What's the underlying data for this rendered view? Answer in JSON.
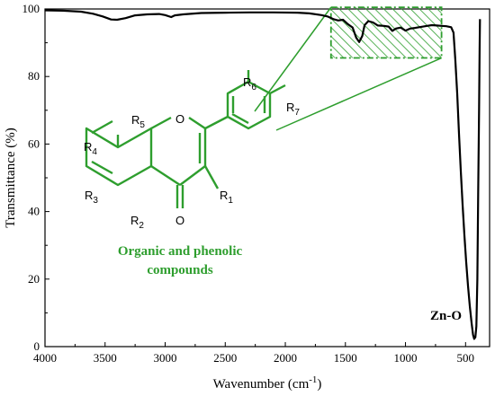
{
  "chart_data": {
    "type": "line",
    "xlabel_main": "Wavenumber (cm",
    "xlabel_sup": "-1",
    "xlabel_close": ")",
    "ylabel": "Transmittance (%)",
    "xlim": [
      4000,
      300
    ],
    "ylim": [
      0,
      100
    ],
    "x_reversed": true,
    "x_ticks": [
      4000,
      3500,
      3000,
      2500,
      2000,
      1500,
      1000,
      500
    ],
    "x_tick_labels": [
      "4000",
      "3500",
      "3000",
      "2500",
      "2000",
      "1500",
      "1000",
      "500"
    ],
    "y_ticks": [
      0,
      20,
      40,
      60,
      80,
      100
    ],
    "y_tick_labels": [
      "0",
      "20",
      "40",
      "60",
      "80",
      "100"
    ],
    "grid": false,
    "series": [
      {
        "color": "#000000",
        "points": [
          [
            4000,
            99.6
          ],
          [
            3850,
            99.5
          ],
          [
            3700,
            99.2
          ],
          [
            3600,
            98.6
          ],
          [
            3520,
            97.8
          ],
          [
            3450,
            96.9
          ],
          [
            3400,
            96.8
          ],
          [
            3330,
            97.3
          ],
          [
            3250,
            98.1
          ],
          [
            3150,
            98.4
          ],
          [
            3050,
            98.5
          ],
          [
            3000,
            98.2
          ],
          [
            2950,
            97.6
          ],
          [
            2920,
            98.1
          ],
          [
            2850,
            98.4
          ],
          [
            2700,
            98.8
          ],
          [
            2500,
            98.9
          ],
          [
            2300,
            99.0
          ],
          [
            2100,
            99.0
          ],
          [
            1900,
            98.9
          ],
          [
            1800,
            98.7
          ],
          [
            1700,
            98.2
          ],
          [
            1650,
            97.8
          ],
          [
            1600,
            97.0
          ],
          [
            1560,
            96.6
          ],
          [
            1520,
            96.8
          ],
          [
            1480,
            95.5
          ],
          [
            1440,
            94.5
          ],
          [
            1410,
            91.5
          ],
          [
            1385,
            90.2
          ],
          [
            1360,
            92.0
          ],
          [
            1340,
            95.2
          ],
          [
            1310,
            96.4
          ],
          [
            1270,
            96.0
          ],
          [
            1230,
            95.1
          ],
          [
            1180,
            95.0
          ],
          [
            1140,
            94.8
          ],
          [
            1110,
            93.5
          ],
          [
            1080,
            94.2
          ],
          [
            1040,
            94.5
          ],
          [
            1000,
            93.6
          ],
          [
            960,
            94.2
          ],
          [
            920,
            94.4
          ],
          [
            870,
            94.7
          ],
          [
            820,
            95.0
          ],
          [
            780,
            95.2
          ],
          [
            740,
            95.1
          ],
          [
            700,
            95.0
          ],
          [
            660,
            94.9
          ],
          [
            620,
            94.6
          ],
          [
            600,
            93.0
          ],
          [
            585,
            85.0
          ],
          [
            570,
            75.0
          ],
          [
            555,
            63.0
          ],
          [
            540,
            52.0
          ],
          [
            525,
            42.0
          ],
          [
            510,
            33.0
          ],
          [
            495,
            25.0
          ],
          [
            480,
            18.0
          ],
          [
            465,
            12.0
          ],
          [
            450,
            7.0
          ],
          [
            438,
            3.5
          ],
          [
            428,
            2.3
          ],
          [
            418,
            2.8
          ],
          [
            410,
            6.0
          ],
          [
            402,
            20.0
          ],
          [
            395,
            45.0
          ],
          [
            388,
            70.0
          ],
          [
            383,
            88.0
          ],
          [
            380,
            97.0
          ]
        ]
      }
    ],
    "highlight_region": {
      "x": [
        1620,
        700
      ],
      "y": [
        85.5,
        100.5
      ],
      "color": "#2e9e2e"
    },
    "annotations": {
      "zno": "Zn-O",
      "compound_line1": "Organic and phenolic",
      "compound_line2": "compounds"
    },
    "molecule_labels": {
      "R1": "R",
      "R1_sub": "1",
      "R2": "R",
      "R2_sub": "2",
      "R3": "R",
      "R3_sub": "3",
      "R4": "R",
      "R4_sub": "4",
      "R5": "R",
      "R5_sub": "5",
      "R6": "R",
      "R6_sub": "6",
      "R7": "R",
      "R7_sub": "7",
      "ring_O": "O",
      "carbonyl_O": "O"
    },
    "colors": {
      "spectrum": "#000000",
      "structure": "#2e9e2e",
      "annotation": "#000000"
    }
  }
}
